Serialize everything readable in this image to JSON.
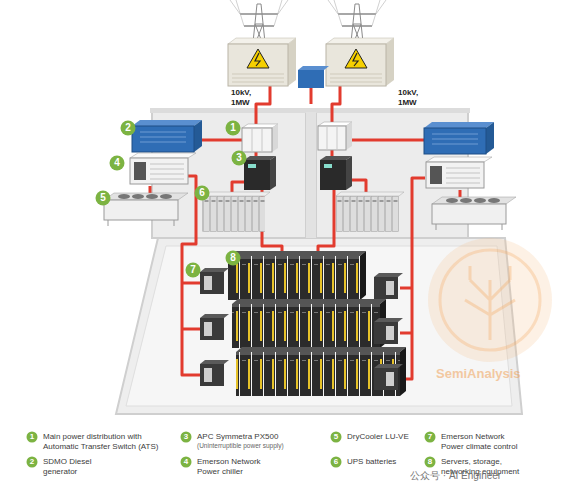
{
  "diagram": {
    "nodes": [
      {
        "text": [
          "2"
        ]
      },
      {
        "text": [
          "1"
        ]
      },
      {
        "text": [
          "3"
        ]
      },
      {
        "text": [
          "4"
        ]
      },
      {
        "text": [
          "6"
        ]
      },
      {
        "text": [
          "5"
        ]
      },
      {
        "text": [
          "8"
        ]
      },
      {
        "text": [
          "7"
        ]
      },
      {
        "text": [
          "1",
          "Main power distribution with Automatic Transfer Switch (ATS)"
        ]
      },
      {
        "text": [
          "2",
          "SDMO Diesel generator"
        ]
      },
      {
        "text": [
          "3",
          "APC Symmetra PX500",
          "(Uninterruptible power supply)"
        ]
      },
      {
        "text": [
          "4",
          "Emerson Network Power chiller"
        ]
      },
      {
        "text": [
          "5",
          "DryCooler LU-VE"
        ]
      },
      {
        "text": [
          "6",
          "UPS batteries"
        ]
      },
      {
        "text": [
          "7",
          "Emerson Network Power climate control"
        ]
      },
      {
        "text": [
          "8",
          "Servers, storage, networking equipment"
        ]
      }
    ],
    "labels": [
      "10kV, 1MW",
      "10kV, 1MW",
      "SemiAnalysis",
      "公众号 · AI Engineer"
    ]
  }
}
